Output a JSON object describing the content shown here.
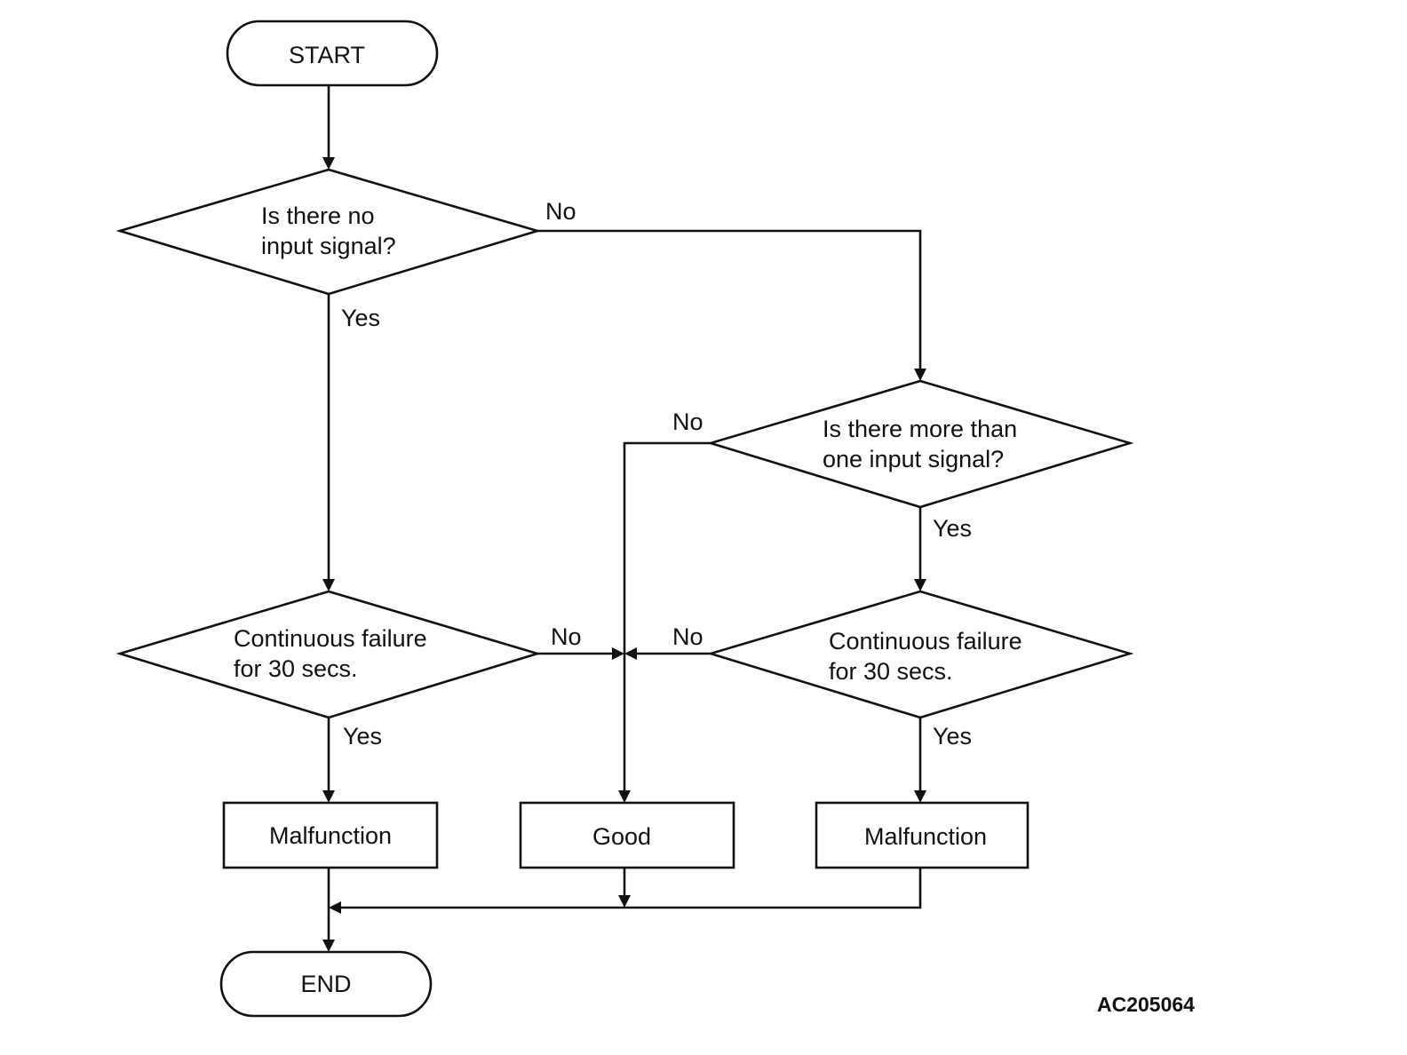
{
  "nodes": {
    "start": "START",
    "decision_no_input": [
      "Is there no",
      "input signal?"
    ],
    "decision_more_than_one": [
      "Is there more than",
      "one input signal?"
    ],
    "decision_continuous_left": [
      "Continuous failure",
      "for 30 secs."
    ],
    "decision_continuous_right": [
      "Continuous failure",
      "for 30 secs."
    ],
    "malfunction_left": "Malfunction",
    "good": "Good",
    "malfunction_right": "Malfunction",
    "end": "END"
  },
  "edge_labels": {
    "no_input_no": "No",
    "no_input_yes": "Yes",
    "more_than_one_no": "No",
    "more_than_one_yes": "Yes",
    "continuous_left_no": "No",
    "continuous_left_yes": "Yes",
    "continuous_right_no": "No",
    "continuous_right_yes": "Yes"
  },
  "figure_code": "AC205064",
  "colors": {
    "stroke": "#111111",
    "background": "#ffffff"
  }
}
